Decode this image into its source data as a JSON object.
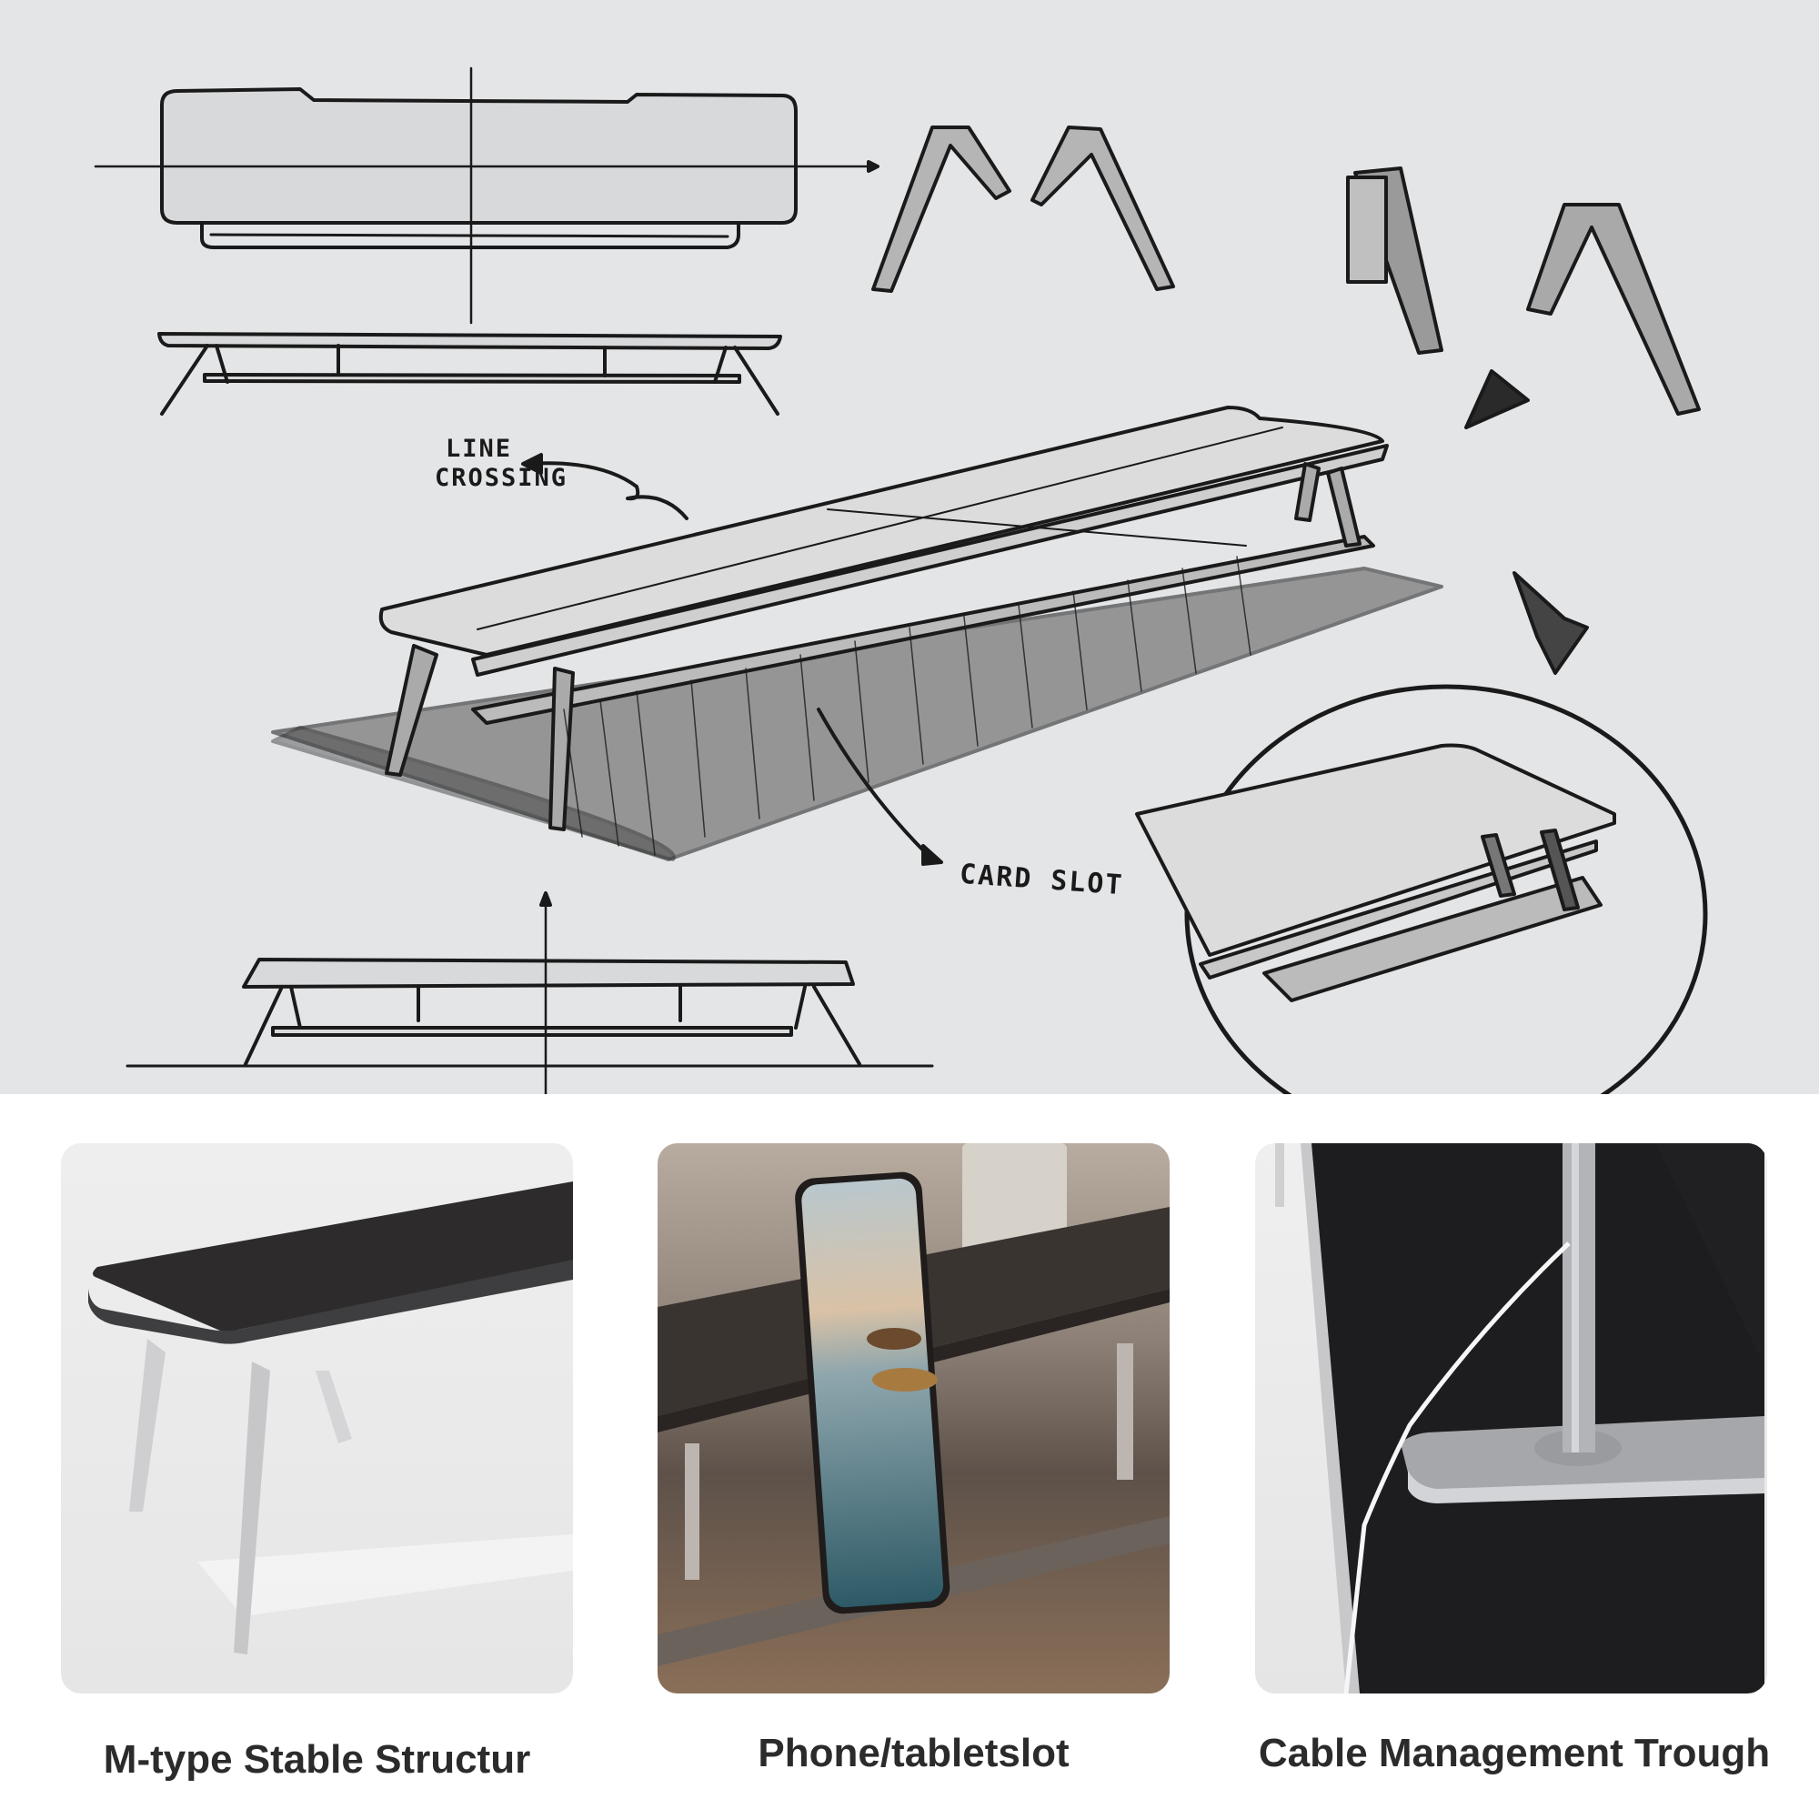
{
  "sketch": {
    "annotations": {
      "line_crossing": [
        "LINE",
        "CROSSING"
      ],
      "card_slot": "CARD SLOT"
    },
    "background": "#e4e5e7",
    "ink": "#1a1a1a"
  },
  "features": [
    {
      "caption": "M-type Stable Structur",
      "image": "black-monitor-stand-with-silver-angled-legs"
    },
    {
      "caption": "Phone/tabletslot",
      "image": "phone-leaning-in-front-slot"
    },
    {
      "caption": "Cable Management Trough",
      "image": "monitor-base-with-cable-routed-through-trough"
    }
  ],
  "colors": {
    "caption_text": "#2b2b2b",
    "panel_bg": "#ececec",
    "desk_black": "#2a2a2a",
    "leg_silver": "#c9c9cc"
  }
}
